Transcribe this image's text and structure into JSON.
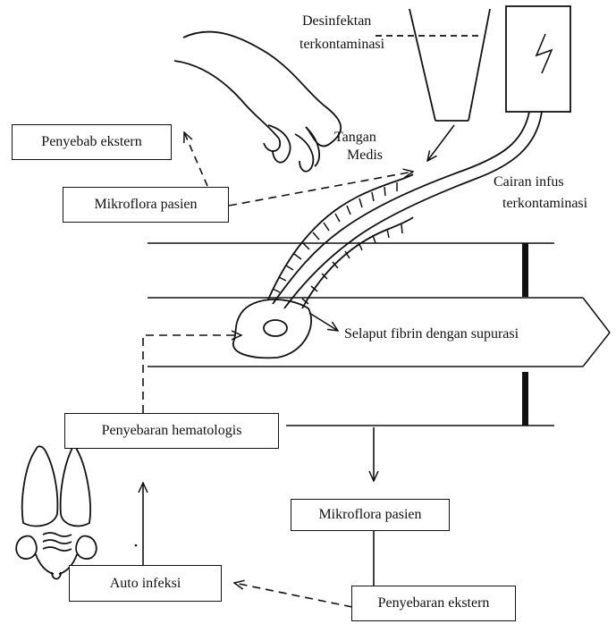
{
  "labels": {
    "desinfektan": "Desinfektan",
    "terkontaminasi1": "terkontaminasi",
    "tangan": "Tangan",
    "medis": "Medis",
    "cairan": "Cairan infus",
    "terkontaminasi2": "terkontaminasi",
    "selaput": "Selaput fibrin dengan supurasi"
  },
  "boxes": {
    "penyebab_ekstern": "Penyebab ekstern",
    "mikroflora_pasien_top": "Mikroflora pasien",
    "penyebaran_hematologis": "Penyebaran hematologis",
    "mikroflora_pasien_bottom": "Mikroflora pasien",
    "auto_infeksi": "Auto infeksi",
    "penyebaran_ekstern": "Penyebaran ekstern"
  },
  "colors": {
    "ink": "#111111",
    "background": "#ffffff"
  },
  "icons": [
    "hand-icon",
    "disinfectant-bottle-icon",
    "infusion-bag-icon",
    "catheter-icon",
    "lungs-kidneys-icon"
  ]
}
